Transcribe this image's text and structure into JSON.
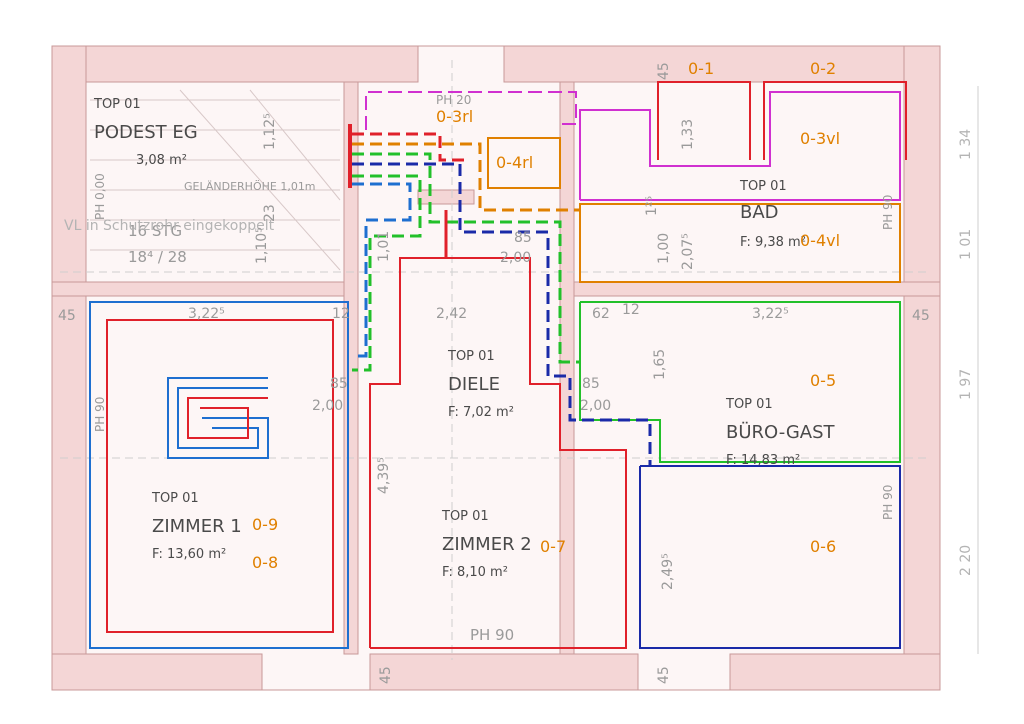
{
  "rooms": {
    "podest": {
      "top": "TOP 01",
      "name": "PODEST EG",
      "area": "3,08 m²"
    },
    "bad": {
      "top": "TOP 01",
      "name": "BAD",
      "area": "F: 9,38 m²"
    },
    "zimmer1": {
      "top": "TOP 01",
      "name": "ZIMMER 1",
      "area": "F: 13,60 m²"
    },
    "diele": {
      "top": "TOP 01",
      "name": "DIELE",
      "area": "F: 7,02 m²"
    },
    "zimmer2": {
      "top": "TOP 01",
      "name": "ZIMMER 2",
      "area": "F: 8,10 m²"
    },
    "buero": {
      "top": "TOP 01",
      "name": "BÜRO-GAST",
      "area": "F: 14,83 m²"
    }
  },
  "circuits": {
    "c01": "0-1",
    "c02": "0-2",
    "c03rl": "0-3rl",
    "c03vl": "0-3vl",
    "c04rl": "0-4rl",
    "c04vl": "0-4vl",
    "c05": "0-5",
    "c06": "0-6",
    "c07": "0-7",
    "c08": "0-8",
    "c09": "0-9"
  },
  "annotations": {
    "ph_0": "PH 0,00",
    "stairs_count": "16 STG",
    "stairs_ratio": "18⁴ / 28",
    "railing": "GELÄNDERHÖHE 1,01m",
    "vl_note": "VL in Schutzrohr eingekoppelt",
    "ph20": "PH 20",
    "ph90_bad": "PH 90",
    "ph90_zimmer1": "PH 90",
    "ph90_zimmer2": "PH 90",
    "ph90_6": "PH 90"
  },
  "dimensions": {
    "d45_top": "45",
    "d1125": "1,12⁵",
    "d1105": "1,10⁵",
    "d23": "23",
    "d101": "1,01",
    "d133": "1,33",
    "d125": "1²⁵",
    "d100": "1,00",
    "d2075": "2,07⁵",
    "d85_dl": "85",
    "d200_dl": "2,00",
    "d3225_left": "3,22⁵",
    "d12_left": "12",
    "d242": "2,42",
    "d62": "62",
    "d12_right": "12",
    "d3225_right": "3,22⁵",
    "d45_left": "45",
    "d45_right": "45",
    "d90_left": "PH 90",
    "d85_left": "85",
    "d200_left": "2,00",
    "d85_right": "85",
    "d200_right": "2,00",
    "d165": "1,65",
    "d4395": "4,39⁵",
    "d2495": "2,49⁵",
    "d45_bottom_left": "45",
    "d45_bottom_right": "45",
    "ext_134": "1 34",
    "ext_101": "1 01",
    "ext_197": "1 97",
    "ext_220": "2 20"
  },
  "colors": {
    "wall": "#f4d6d6",
    "wall_line": "#c89898",
    "red": "#e0202a",
    "blue": "#1e6fd0",
    "navy": "#1a2aa8",
    "green": "#22c02a",
    "orange": "#e08000",
    "magenta": "#d030d0"
  }
}
